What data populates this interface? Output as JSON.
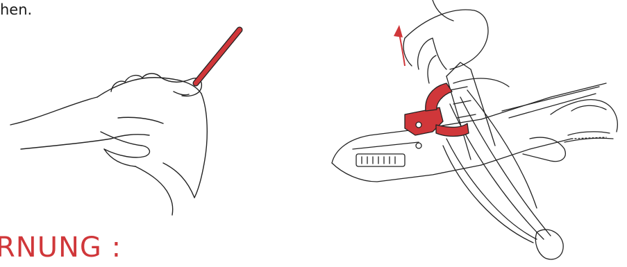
{
  "text_fragment": "hen.",
  "warning_heading": "RNUNG :",
  "colors": {
    "accent": "#d0373a",
    "line": "#222222",
    "background": "#ffffff"
  },
  "illustrations": [
    {
      "name": "hand-holding-red-stick"
    },
    {
      "name": "hands-pulling-red-clip-from-crossbow"
    }
  ]
}
